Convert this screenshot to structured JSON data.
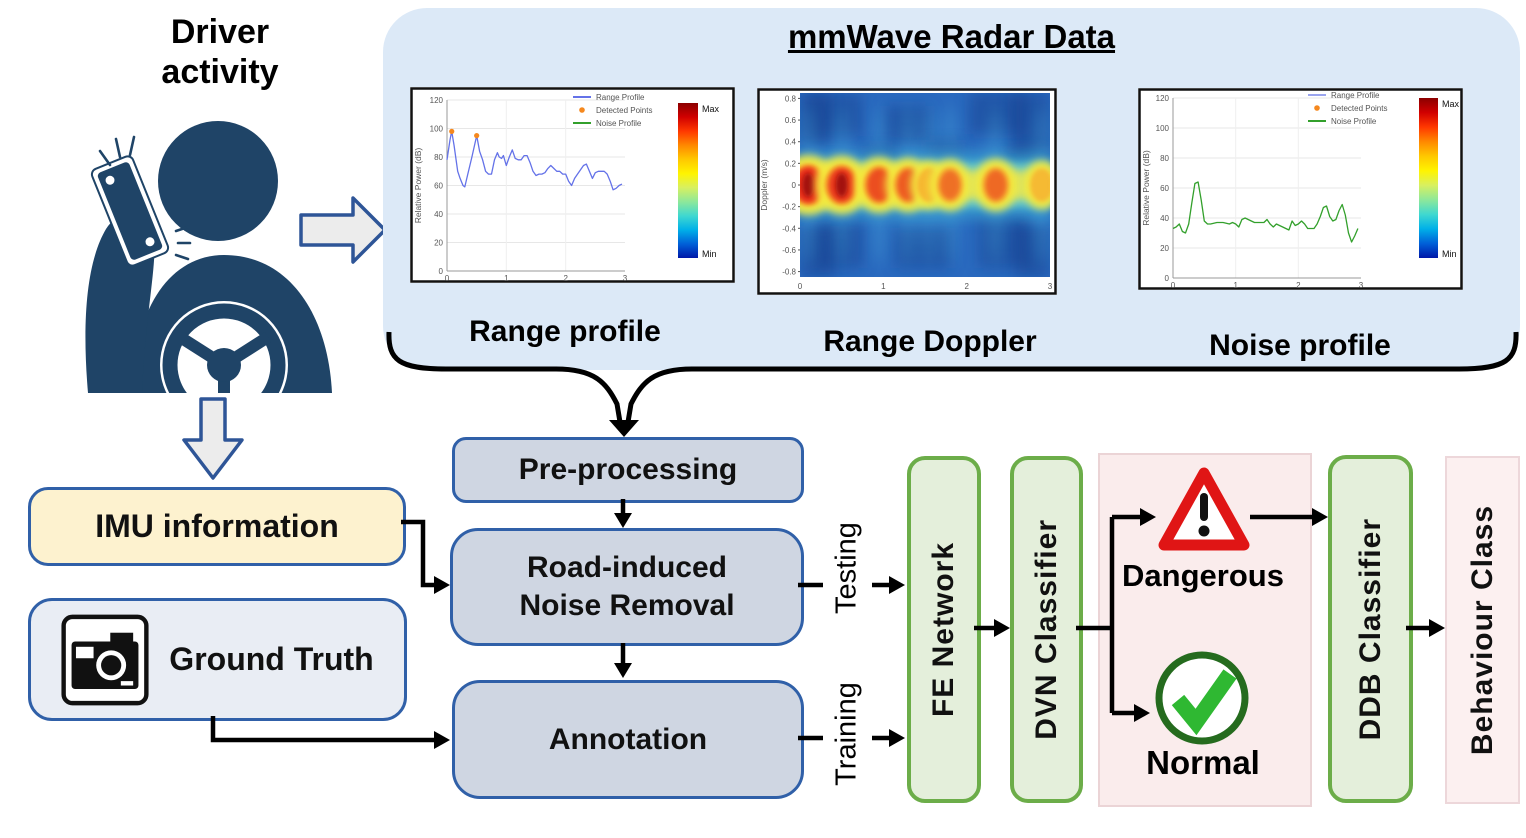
{
  "driver": {
    "line1": "Driver",
    "line2": "activity"
  },
  "radar_panel": {
    "title": "mmWave Radar Data",
    "captions": [
      "Range profile",
      "Range Doppler",
      "Noise profile"
    ]
  },
  "pipeline": {
    "preprocessing": "Pre-processing",
    "road_line1": "Road-induced",
    "road_line2": "Noise Removal",
    "annotation": "Annotation",
    "imu": "IMU information",
    "ground_truth": "Ground Truth",
    "testing": "Testing",
    "training": "Training",
    "fe_network": "FE Network",
    "dvn_classifier": "DVN Classifier",
    "ddb_classifier": "DDB Classifier",
    "behaviour_class": "Behaviour Class",
    "dangerous": "Dangerous",
    "normal": "Normal"
  },
  "colors": {
    "navy_icon": "#1F4467",
    "panel_blue": "#DCE9F7",
    "proc_fill": "#CFD6E2",
    "proc_border": "#3060A8",
    "imu_fill": "#FDF2CF",
    "green_fill": "#E4EFDB",
    "green_border": "#6CAD49",
    "pink_fill": "#FAECEC",
    "warning_red": "#E01515",
    "check_green": "#2FB832"
  },
  "chart_data": [
    {
      "type": "line",
      "title": "Range profile",
      "xlabel": "",
      "ylabel": "Relative Power (dB)",
      "xlim": [
        0,
        3
      ],
      "ylim": [
        0,
        120
      ],
      "x_ticks": [
        0,
        1,
        2,
        3
      ],
      "y_ticks": [
        0,
        20,
        40,
        60,
        80,
        100,
        120
      ],
      "grid": true,
      "legend": [
        {
          "label": "Range Profile",
          "color": "#6472e8",
          "type": "line"
        },
        {
          "label": "Detected Points",
          "color": "#f5881e",
          "type": "point"
        },
        {
          "label": "Noise Profile",
          "color": "#33a02c",
          "type": "line"
        }
      ],
      "series": [
        {
          "name": "Range Profile",
          "color": "#6472e8",
          "x": [
            0,
            0.05,
            0.08,
            0.12,
            0.18,
            0.22,
            0.27,
            0.3,
            0.35,
            0.42,
            0.5,
            0.55,
            0.6,
            0.65,
            0.7,
            0.75,
            0.8,
            0.85,
            0.88,
            0.92,
            0.95,
            1.0,
            1.05,
            1.1,
            1.15,
            1.2,
            1.25,
            1.3,
            1.35,
            1.4,
            1.45,
            1.5,
            1.55,
            1.6,
            1.65,
            1.7,
            1.75,
            1.8,
            1.85,
            1.9,
            1.95,
            2.0,
            2.05,
            2.1,
            2.15,
            2.2,
            2.3,
            2.35,
            2.4,
            2.45,
            2.5,
            2.55,
            2.6,
            2.65,
            2.7,
            2.75,
            2.8,
            2.85,
            2.9,
            2.95
          ],
          "values": [
            78,
            92,
            98,
            88,
            70,
            65,
            60,
            59,
            68,
            80,
            95,
            84,
            78,
            70,
            68,
            68,
            78,
            83,
            80,
            79,
            81,
            74,
            80,
            85,
            79,
            78,
            78,
            81,
            81,
            76,
            70,
            67,
            68,
            68,
            69,
            72,
            74,
            72,
            70,
            70,
            68,
            68,
            63,
            60,
            65,
            68,
            74,
            75,
            70,
            65,
            69,
            70,
            70,
            70,
            68,
            63,
            57,
            58,
            60,
            61
          ]
        }
      ],
      "detected_points": {
        "color": "#f5881e",
        "x": [
          0.08,
          0.5
        ],
        "values": [
          98,
          95
        ]
      },
      "colorbar": {
        "max_label": "Max",
        "min_label": "Min"
      }
    },
    {
      "type": "heatmap",
      "title": "Range Doppler",
      "xlabel": "",
      "ylabel": "Doppler (m/s)",
      "xlim": [
        0,
        3
      ],
      "ylim": [
        -0.85,
        0.85
      ],
      "x_ticks": [
        0,
        1,
        2,
        3
      ],
      "y_ticks": [
        "0.8",
        "0.6",
        "0.4",
        "0.2",
        "0",
        "-0.2",
        "-0.4",
        "-0.6",
        "-0.8"
      ],
      "band": {
        "center": 0,
        "halfwidth": 0.18
      },
      "hotspots": [
        {
          "x": 0.1,
          "strength": 1.0
        },
        {
          "x": 0.5,
          "strength": 0.9
        },
        {
          "x": 0.95,
          "strength": 0.75
        },
        {
          "x": 1.3,
          "strength": 0.65
        },
        {
          "x": 1.55,
          "strength": 0.35
        },
        {
          "x": 1.8,
          "strength": 0.5
        },
        {
          "x": 2.35,
          "strength": 0.55
        },
        {
          "x": 2.9,
          "strength": 0.3
        }
      ]
    },
    {
      "type": "line",
      "title": "Noise profile",
      "xlabel": "",
      "ylabel": "Relative Power (dB)",
      "xlim": [
        0,
        3
      ],
      "ylim": [
        0,
        120
      ],
      "x_ticks": [
        0,
        1,
        2,
        3
      ],
      "y_ticks": [
        0,
        20,
        40,
        60,
        80,
        100,
        120
      ],
      "grid": true,
      "legend": [
        {
          "label": "Range Profile",
          "color": "#9aa4ee",
          "type": "line"
        },
        {
          "label": "Detected Points",
          "color": "#f5881e",
          "type": "point"
        },
        {
          "label": "Noise Profile",
          "color": "#33a02c",
          "type": "line"
        }
      ],
      "series": [
        {
          "name": "Noise Profile",
          "color": "#33a02c",
          "x": [
            0,
            0.05,
            0.1,
            0.15,
            0.2,
            0.25,
            0.3,
            0.35,
            0.4,
            0.45,
            0.5,
            0.55,
            0.6,
            0.7,
            0.8,
            0.9,
            0.95,
            1.0,
            1.05,
            1.1,
            1.15,
            1.2,
            1.25,
            1.3,
            1.35,
            1.4,
            1.45,
            1.5,
            1.55,
            1.6,
            1.65,
            1.7,
            1.75,
            1.8,
            1.85,
            1.9,
            1.95,
            2.0,
            2.05,
            2.1,
            2.15,
            2.2,
            2.25,
            2.3,
            2.35,
            2.4,
            2.45,
            2.5,
            2.55,
            2.6,
            2.65,
            2.7,
            2.75,
            2.8,
            2.85,
            2.9,
            2.95
          ],
          "values": [
            33,
            34,
            36,
            31,
            30,
            36,
            50,
            63,
            64,
            52,
            38,
            36,
            36,
            37,
            37,
            36,
            37,
            36,
            34,
            39,
            40,
            39,
            38,
            37,
            37,
            37,
            37,
            39,
            36,
            34,
            36,
            35,
            34,
            33,
            32,
            38,
            35,
            36,
            38,
            36,
            33,
            33,
            33,
            36,
            41,
            47,
            48,
            41,
            38,
            39,
            45,
            49,
            42,
            30,
            24,
            28,
            33
          ]
        }
      ],
      "detected_points": {
        "color": "#f5881e",
        "x": [],
        "values": []
      },
      "colorbar": {
        "max_label": "Max",
        "min_label": "Min"
      }
    }
  ]
}
